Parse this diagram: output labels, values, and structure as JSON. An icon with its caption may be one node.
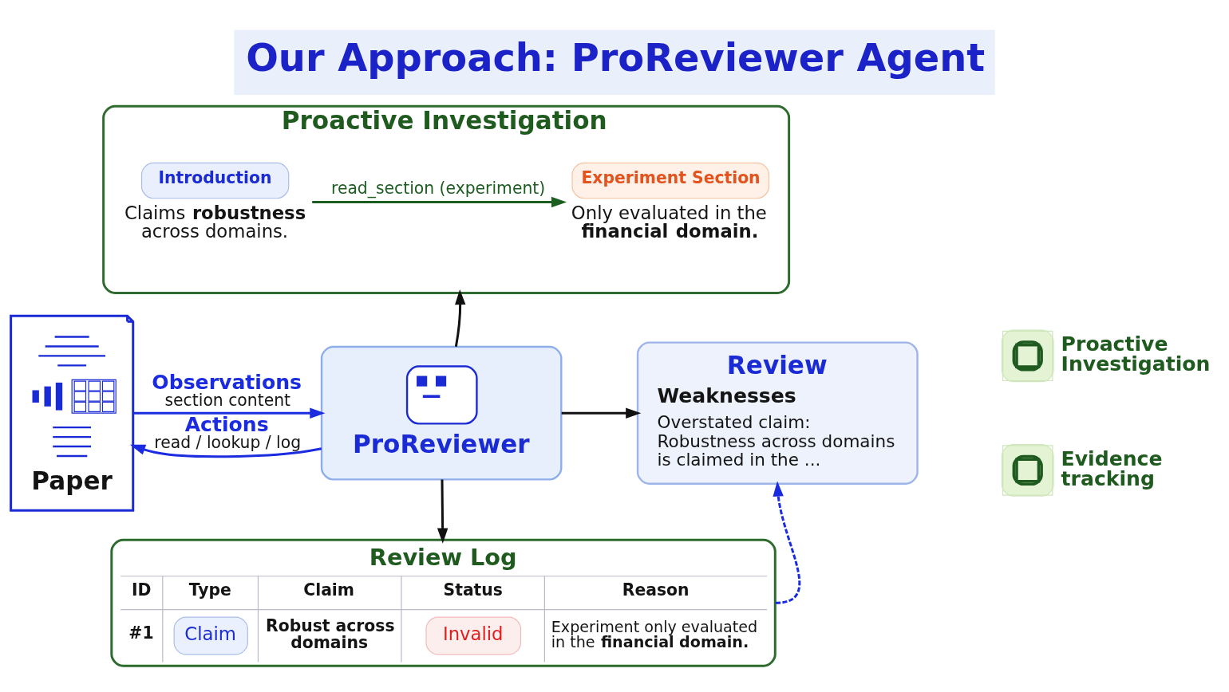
{
  "diagram": {
    "title": "Our Approach: ProReviewer Agent",
    "nodes": [
      {
        "text": [
          "Proactive Investigation"
        ]
      },
      {
        "text": [
          "Introduction"
        ],
        "beside": [
          "Claims **robustness** across domains."
        ],
        "in": 0
      },
      {
        "text": [
          "Experiment Section"
        ],
        "beside": [
          "Only evaluated in the **financial domain.**"
        ],
        "in": 0
      },
      {
        "text": [
          "Paper"
        ]
      },
      {
        "text": [
          "ProReviewer"
        ]
      },
      {
        "text": [
          "Review",
          "Weaknesses",
          "Overstated claim: Robustness across domains is claimed in the ..."
        ]
      },
      {
        "text": [
          "Review Log",
          "ID",
          "Type",
          "Claim",
          "Status",
          "Reason",
          "#1",
          "Claim",
          "Robust across domains",
          "Invalid",
          "Experiment only evaluated in the **financial domain.**"
        ]
      }
    ],
    "edges": [
      {
        "from": 1,
        "to": 2,
        "arrow": "to",
        "label": "read_section (experiment)",
        "color": "#1b5e20"
      },
      {
        "from": 4,
        "to": 0,
        "arrow": "to"
      },
      {
        "from": 3,
        "to": 4,
        "arrow": "to",
        "label": "**Observations** section content",
        "color": "#1a2be0"
      },
      {
        "from": 4,
        "to": 3,
        "arrow": "to",
        "label": "**Actions** read / lookup / log",
        "color": "#1a2be0"
      },
      {
        "from": 4,
        "to": 5,
        "arrow": "to"
      },
      {
        "from": 4,
        "to": 6,
        "arrow": "to"
      },
      {
        "from": 6,
        "to": 5,
        "arrow": "to",
        "style": "dashed",
        "color": "#1a2be0"
      }
    ],
    "legend": [
      {
        "text": "Proactive Investigation"
      },
      {
        "text": "Evidence tracking"
      }
    ]
  }
}
